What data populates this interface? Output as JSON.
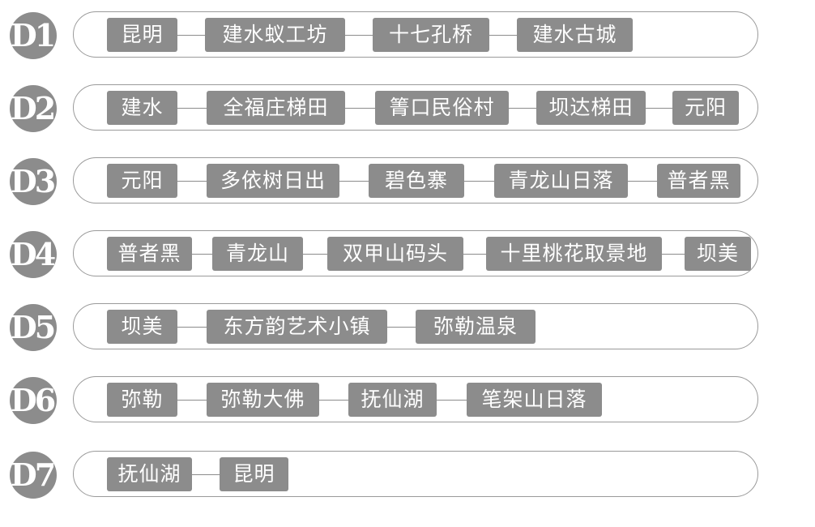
{
  "days": [
    {
      "label": "D1",
      "stops": [
        "昆明",
        "建水蚁工坊",
        "十七孔桥",
        "建水古城"
      ]
    },
    {
      "label": "D2",
      "stops": [
        "建水",
        "全福庄梯田",
        "箐口民俗村",
        "坝达梯田",
        "元阳"
      ]
    },
    {
      "label": "D3",
      "stops": [
        "元阳",
        "多依树日出",
        "碧色寨",
        "青龙山日落",
        "普者黑"
      ]
    },
    {
      "label": "D4",
      "stops": [
        "普者黑",
        "青龙山",
        "双甲山码头",
        "十里桃花取景地",
        "坝美"
      ]
    },
    {
      "label": "D5",
      "stops": [
        "坝美",
        "东方韵艺术小镇",
        "弥勒温泉"
      ]
    },
    {
      "label": "D6",
      "stops": [
        "弥勒",
        "弥勒大佛",
        "抚仙湖",
        "笔架山日落"
      ]
    },
    {
      "label": "D7",
      "stops": [
        "抚仙湖",
        "昆明"
      ]
    }
  ],
  "colors": {
    "badge": "#8c8c8c",
    "stop_fill": "#8c8c8c",
    "stop_text": "#ffffff",
    "track_border": "#9a9a9a"
  }
}
